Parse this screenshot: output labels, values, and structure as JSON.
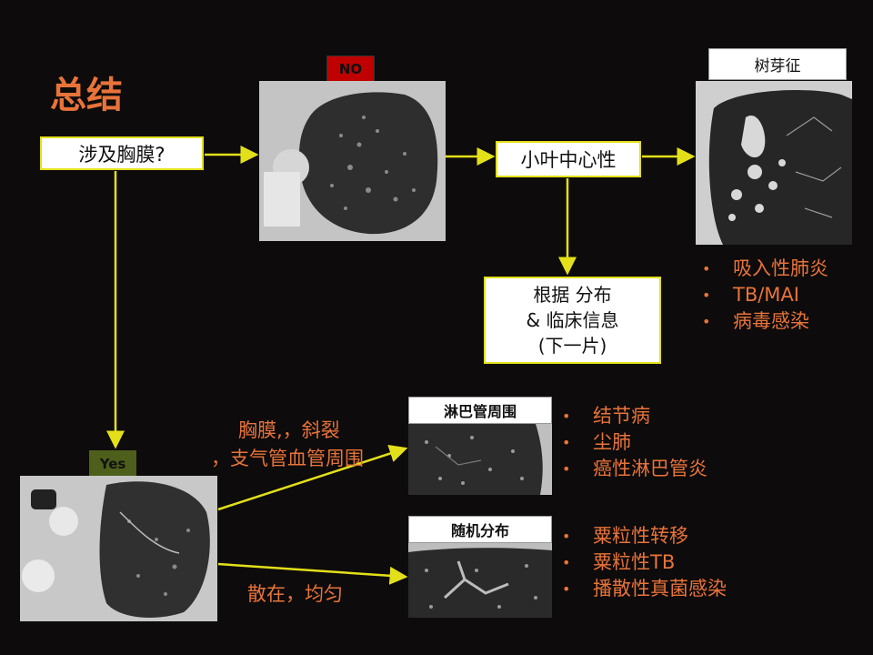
{
  "title": "总结",
  "nodes": {
    "question": "涉及胸膜?",
    "no_badge": "NO",
    "yes_badge": "Yes",
    "centrilobular": "小叶中心性",
    "distribution": [
      "根据 分布",
      "& 临床信息",
      "(下一片)"
    ],
    "tree_in_bud_label": "树芽征",
    "perilymphatic_label": "淋巴管周围",
    "random_label": "随机分布"
  },
  "edge_labels": {
    "perilymphatic_line1": "胸膜,，斜裂",
    "perilymphatic_line2": "，支气管血管周围",
    "random": "散在，均匀"
  },
  "lists": {
    "tree_in_bud": [
      "吸入性肺炎",
      "TB/MAI",
      "病毒感染"
    ],
    "perilymphatic": [
      "结节病",
      "尘肺",
      "癌性淋巴管炎"
    ],
    "random": [
      "粟粒性转移",
      "粟粒性TB",
      "播散性真菌感染"
    ]
  },
  "colors": {
    "title": "#e8733a",
    "arrows": "#e3e01a",
    "no_badge": "#c00000",
    "yes_badge": "#4d5f1b",
    "background": "#0d0b0b"
  }
}
